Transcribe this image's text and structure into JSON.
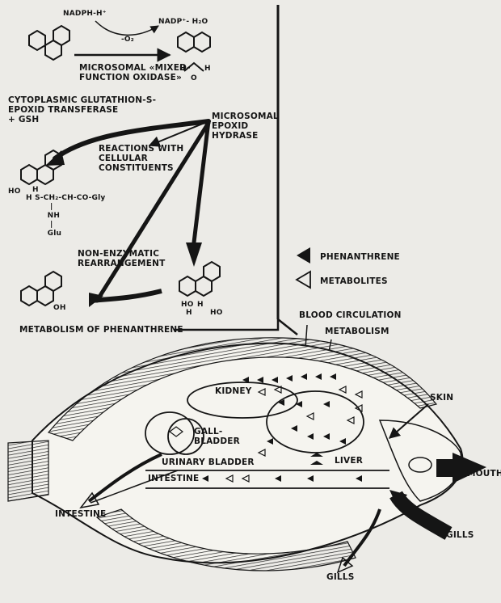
{
  "reaction": {
    "nadph": "NADPH-H⁺",
    "nadp": "NADP⁺- H₂O",
    "o2": "-O₂",
    "oxidase": "MICROSOMAL «MIXED-\nFUNCTION OXIDASE»",
    "transferase": "CYTOPLASMIC GLUTATHION-S-\nEPOXID TRANSFERASE\n+ GSH",
    "hydrase": "MICROSOMAL\nEPOXID\nHYDRASE",
    "cellular": "REACTIONS WITH\nCELLULAR\nCONSTITUENTS",
    "conjugate": "H S-CH₂-CH-CO-Gly\n         |\n        NH\n         |\n        Glu",
    "nonenzymatic": "NON-ENZYMATIC\nREARRANGEMENT",
    "title": "METABOLISM OF PHENANTHRENE",
    "h_left": "H",
    "h_right": "H",
    "o": "O",
    "ho": "HO",
    "h": "H",
    "oh": "OH",
    "ho2": "HO",
    "h2": "H",
    "h3": "H",
    "ho3": "HO"
  },
  "legend": {
    "phenanthrene": "PHENANTHRENE",
    "metabolites": "METABOLITES"
  },
  "fish": {
    "blood_circulation": "BLOOD CIRCULATION",
    "metabolism": "METABOLISM",
    "kidney": "KIDNEY",
    "gallbladder": "GALL-\nBLADDER",
    "urinary_bladder": "URINARY BLADDER",
    "liver": "LIVER",
    "intestine_inner": "INTESTINE",
    "intestine_out": "INTESTINE",
    "skin": "SKIN",
    "mouth": "MOUTH",
    "gills_right": "GILLS",
    "gills_bottom": "GILLS"
  }
}
